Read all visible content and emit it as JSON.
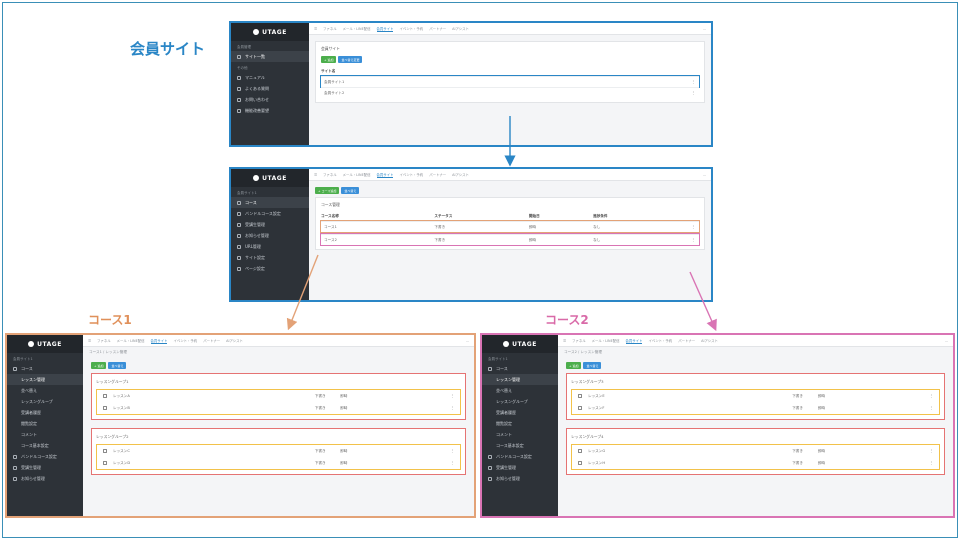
{
  "labels": {
    "member_site": "会員サイト",
    "course1": "コース1",
    "course2": "コース2"
  },
  "colors": {
    "blue": "#2a86c6",
    "orange": "#e3a277",
    "pink": "#d974b4",
    "yellow": "#f2c24a",
    "sidebar": "#2d3238"
  },
  "logo": "UTAGE",
  "topnav": [
    "ファネル",
    "メール・LINE配信",
    "会員サイト",
    "イベント・予約",
    "パートナー",
    "AIアシスト"
  ],
  "topnav_current": "会員サイト",
  "topnav_dots": "...",
  "row_menu": "⋮",
  "app1": {
    "sidebar_section1": "会員管理",
    "sidebar_items": [
      "サイト一覧"
    ],
    "sidebar_section2": "その他",
    "sidebar_items2": [
      "マニュアル",
      "よくある質問",
      "お問い合わせ",
      "機能改善要望"
    ],
    "card_title": "会員サイト",
    "buttons": [
      "+ 追加",
      "並べ替え変更"
    ],
    "col_header": "サイト名",
    "rows": [
      "会員サイト1",
      "会員サイト2"
    ]
  },
  "app2": {
    "sidebar_section": "会員サイト1",
    "sidebar_items": [
      "コース",
      "バンドルコース設定",
      "受講生管理",
      "お知らせ管理",
      "URL管理",
      "サイト設定",
      "ページ設定"
    ],
    "buttons": [
      "+ コース追加",
      "並べ替え"
    ],
    "card_title": "コース管理",
    "headers": [
      "コース名称",
      "ステータス",
      "開始日",
      "進捗条件"
    ],
    "rows": [
      [
        "コース1",
        "下書き",
        "即時",
        "なし"
      ],
      [
        "コース2",
        "下書き",
        "即時",
        "なし"
      ]
    ]
  },
  "lesson_apps": [
    {
      "sidebar_section": "会員サイト1",
      "sidebar_items": [
        "コース",
        "レッスン管理",
        "並べ替え",
        "レッスングループ",
        "受講者履歴",
        "閲覧設定",
        "コメント",
        "コース基本設定",
        "バンドルコース設定",
        "受講生管理",
        "お知らせ管理"
      ],
      "breadcrumb": "コース1 / レッスン管理",
      "buttons": [
        "+ 追加",
        "並べ替え"
      ],
      "groups": [
        {
          "title": "レッスングループ1",
          "lessons": [
            [
              "レッスンA",
              "下書き",
              "即時"
            ],
            [
              "レッスンB",
              "下書き",
              "即時"
            ]
          ]
        },
        {
          "title": "レッスングループ2",
          "lessons": [
            [
              "レッスンC",
              "下書き",
              "即時"
            ],
            [
              "レッスンD",
              "下書き",
              "即時"
            ]
          ]
        }
      ]
    },
    {
      "sidebar_section": "会員サイト1",
      "sidebar_items": [
        "コース",
        "レッスン管理",
        "並べ替え",
        "レッスングループ",
        "受講者履歴",
        "閲覧設定",
        "コメント",
        "コース基本設定",
        "バンドルコース設定",
        "受講生管理",
        "お知らせ管理"
      ],
      "breadcrumb": "コース2 / レッスン管理",
      "buttons": [
        "+ 追加",
        "並べ替え"
      ],
      "groups": [
        {
          "title": "レッスングループ3",
          "lessons": [
            [
              "レッスンE",
              "下書き",
              "即時"
            ],
            [
              "レッスンF",
              "下書き",
              "即時"
            ]
          ]
        },
        {
          "title": "レッスングループ4",
          "lessons": [
            [
              "レッスンG",
              "下書き",
              "即時"
            ],
            [
              "レッスンH",
              "下書き",
              "即時"
            ]
          ]
        }
      ]
    }
  ]
}
